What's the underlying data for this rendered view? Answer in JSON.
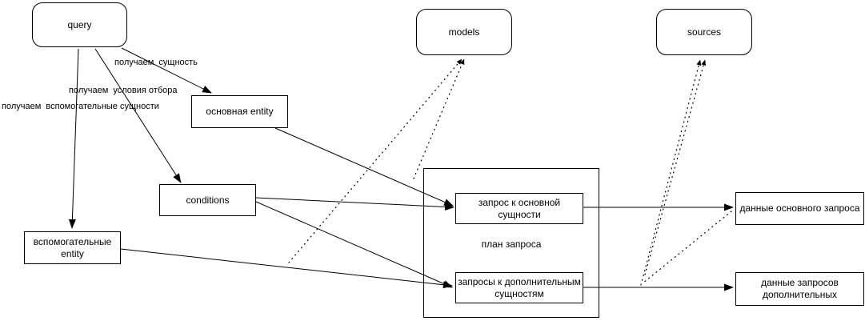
{
  "diagram": {
    "background": "#ffffff",
    "stroke_color": "#000000",
    "nodes": {
      "query": {
        "label": "query",
        "shape": "rounded"
      },
      "models": {
        "label": "models",
        "shape": "rounded"
      },
      "sources": {
        "label": "sources",
        "shape": "rounded"
      },
      "main_entity": {
        "label": "основная entity",
        "shape": "rect"
      },
      "conditions": {
        "label": "conditions",
        "shape": "rect"
      },
      "aux_entity": {
        "label": "вспомогательные entity",
        "shape": "rect"
      },
      "query_plan": {
        "label": "план запроса",
        "shape": "container"
      },
      "main_query": {
        "label": "запрос к основной сущности",
        "shape": "rect"
      },
      "aux_queries": {
        "label": "запросы к дополнительным сущностям",
        "shape": "rect"
      },
      "main_data": {
        "label": "данные основного запроса",
        "shape": "rect"
      },
      "aux_data": {
        "label": "данные запросов дополнительных",
        "shape": "rect"
      }
    },
    "edge_labels": {
      "get_entity": "получаем  сущность",
      "get_conditions": "получаем  условия отбора",
      "get_aux": "получаем  вспомогательные сущности"
    },
    "edges": [
      {
        "from": "query",
        "to": "main_entity",
        "style": "solid-arrow",
        "label": "получаем  сущность"
      },
      {
        "from": "query",
        "to": "conditions",
        "style": "solid-arrow",
        "label": "получаем  условия отбора"
      },
      {
        "from": "query",
        "to": "aux_entity",
        "style": "solid-arrow",
        "label": "получаем  вспомогательные сущности"
      },
      {
        "from": "main_entity",
        "to": "main_query",
        "style": "solid-arrow",
        "label": ""
      },
      {
        "from": "conditions",
        "to": "main_query",
        "style": "solid-arrow",
        "label": ""
      },
      {
        "from": "conditions",
        "to": "aux_queries",
        "style": "solid-arrow",
        "label": ""
      },
      {
        "from": "aux_entity",
        "to": "aux_queries",
        "style": "solid-arrow",
        "label": ""
      },
      {
        "from": "main_query",
        "to": "main_data",
        "style": "solid-arrow",
        "label": ""
      },
      {
        "from": "aux_queries",
        "to": "aux_data",
        "style": "solid-arrow",
        "label": ""
      },
      {
        "from": null,
        "to": "models",
        "style": "dotted-arrow",
        "label": ""
      },
      {
        "from": null,
        "to": "models",
        "style": "dotted-arrow",
        "label": ""
      },
      {
        "from": null,
        "to": "sources",
        "style": "dotted-arrow",
        "label": ""
      },
      {
        "from": null,
        "to": "sources",
        "style": "dotted-arrow",
        "label": ""
      },
      {
        "from": "main_data",
        "to": null,
        "style": "dotted",
        "label": ""
      }
    ]
  }
}
